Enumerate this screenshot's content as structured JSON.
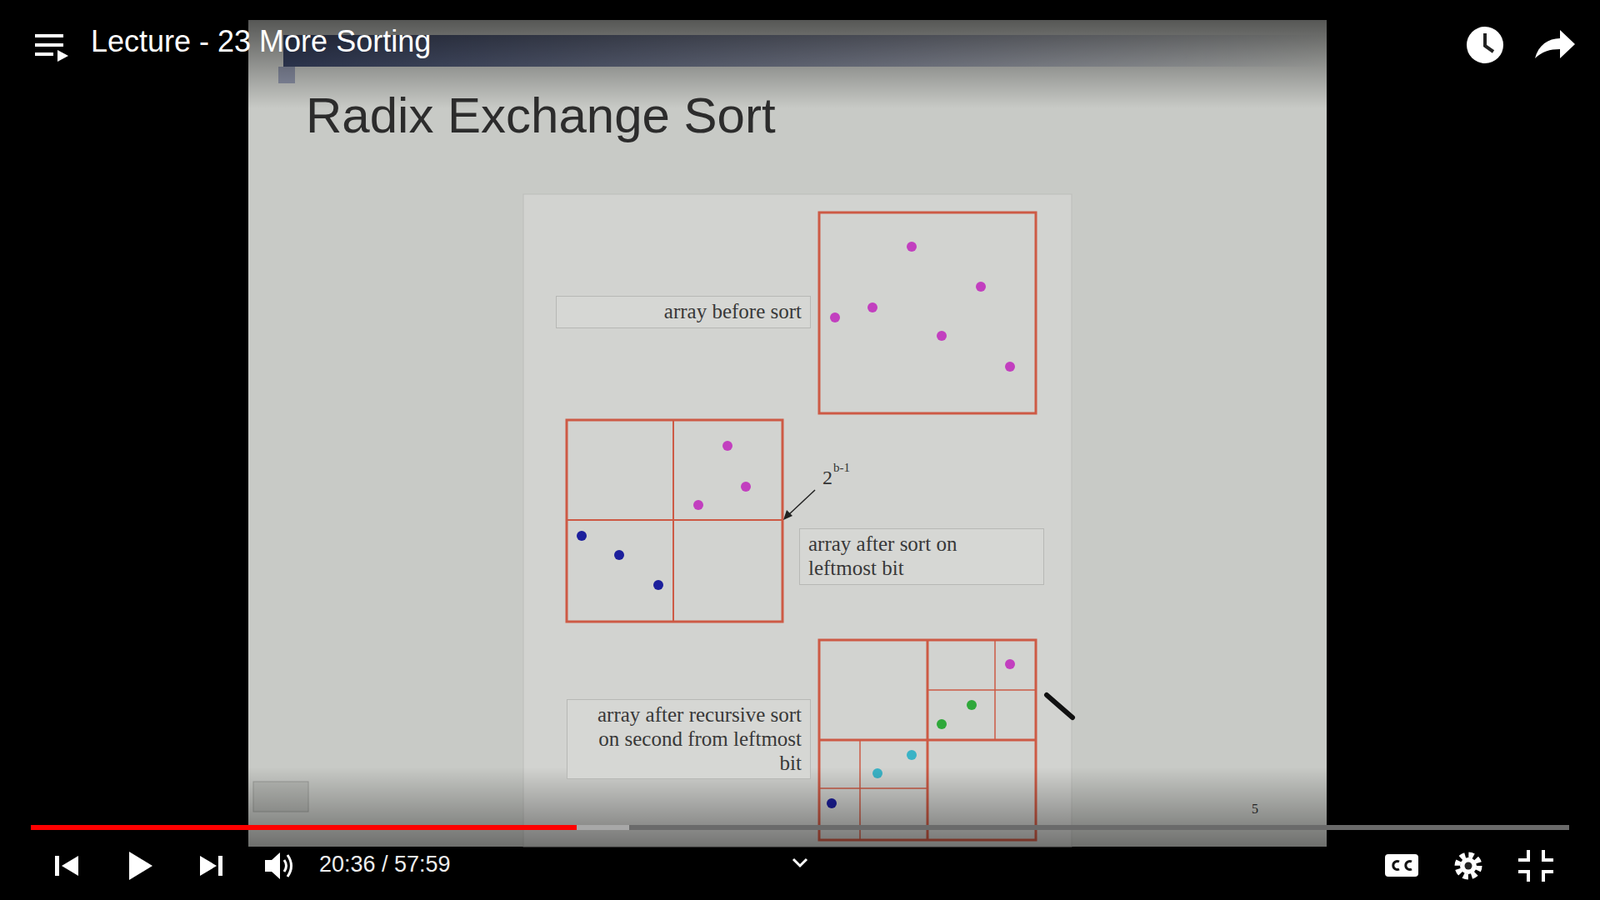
{
  "diagram": {
    "title": "Radix Exchange Sort",
    "nodes": [
      {
        "text": [
          "array before sort"
        ]
      },
      {
        "text": [
          "array after sort on leftmost bit"
        ]
      },
      {
        "text": [
          "array after recursive sort on second from leftmost bit"
        ]
      }
    ],
    "labels": [
      "Lecture - 23 More Sorting",
      "2",
      "b-1",
      "5",
      "20:36 / 57:59"
    ]
  }
}
